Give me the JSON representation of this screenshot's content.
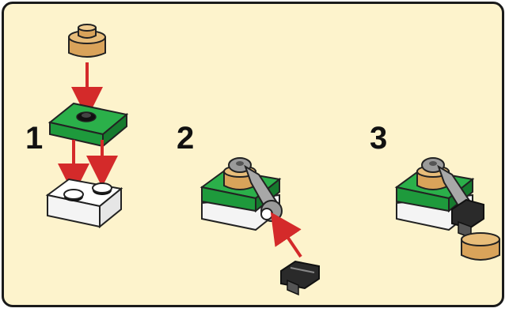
{
  "steps": [
    {
      "number": "1"
    },
    {
      "number": "2"
    },
    {
      "number": "3"
    }
  ],
  "colors": {
    "background": "#fdf3cc",
    "border": "#1a1a1a",
    "green_plate": "#1e9a3c",
    "tan_part": "#d9a35a",
    "grey_arm": "#9a9a9a",
    "arrow": "#d42a2a"
  },
  "icons": [
    "tan-round-piece-icon",
    "green-plate-icon",
    "clear-plate-icon",
    "robot-arm-icon",
    "black-clip-icon",
    "arrow-icon"
  ]
}
